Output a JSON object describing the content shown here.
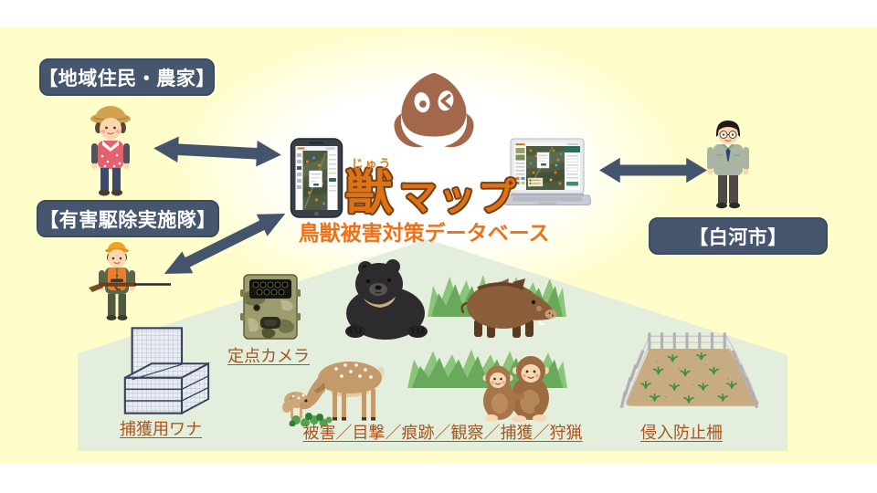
{
  "diagram": {
    "stakeholders": {
      "residents": {
        "label": "【地域住民・農家】"
      },
      "control_team": {
        "label": "【有害駆除実施隊】"
      },
      "city": {
        "label": "【白河市】"
      }
    },
    "logo": {
      "mascot_icon": "beast-face-mascot",
      "furigana": "じゅう",
      "kanji": "獣",
      "katakana": "マップ",
      "subtitle": "鳥獣被害対策データベース"
    },
    "captions": {
      "camera": "定点カメラ",
      "trap": "捕獲用ワナ",
      "records": "被害／目撃／痕跡／観察／捕獲／狩猟",
      "fence": "侵入防止柵"
    },
    "colors": {
      "page_background": "#FFFDC9",
      "ground_green": "#E3EFDC",
      "tag_navy": "#47566F",
      "arrow_navy": "#44546D",
      "logo_orange": "#DC7416",
      "logo_outline_brown": "#7A3D10",
      "subtitle_orange": "#EE7119",
      "caption_brown": "#A8541E",
      "mascot_brown": "#A3684B"
    }
  }
}
